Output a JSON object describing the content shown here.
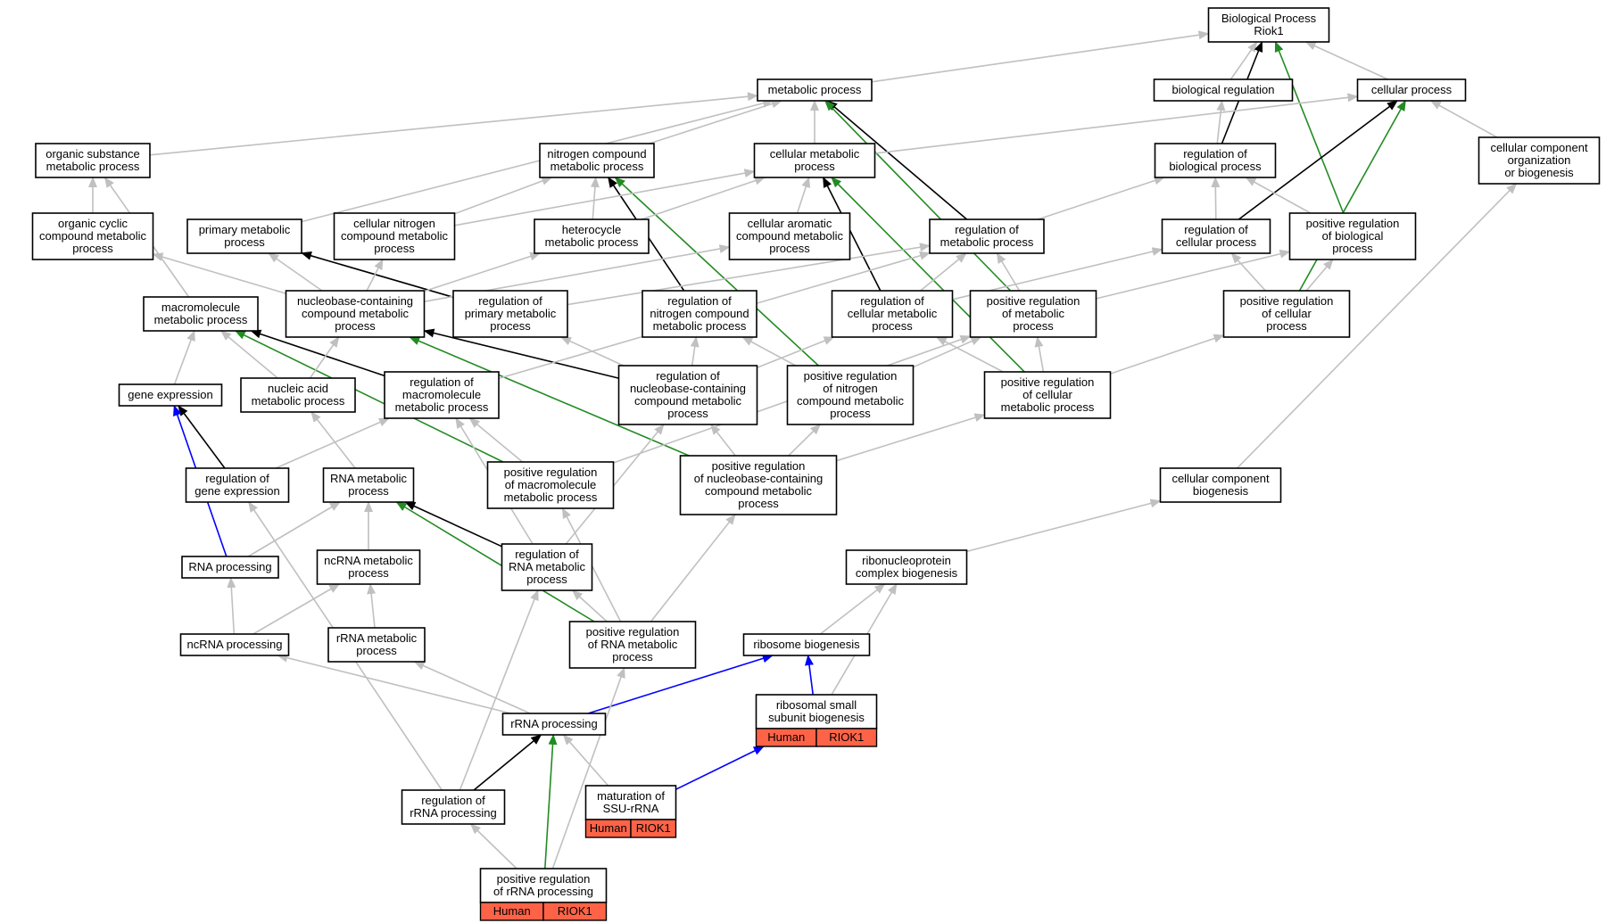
{
  "colors": {
    "is_a": "#c0c0c0",
    "regulates": "#000000",
    "positively_regulates": "#228b22",
    "part_of": "#0000ff",
    "annotation": "#ff6347"
  },
  "nodes": [
    {
      "id": "bp",
      "lines": [
        "Biological Process",
        "Riok1"
      ]
    },
    {
      "id": "metab",
      "lines": [
        "metabolic process"
      ]
    },
    {
      "id": "bioreg",
      "lines": [
        "biological regulation"
      ]
    },
    {
      "id": "cellproc",
      "lines": [
        "cellular process"
      ]
    },
    {
      "id": "osmp",
      "lines": [
        "organic substance",
        "metabolic process"
      ]
    },
    {
      "id": "ncmp",
      "lines": [
        "nitrogen compound",
        "metabolic process"
      ]
    },
    {
      "id": "cmp",
      "lines": [
        "cellular metabolic",
        "process"
      ]
    },
    {
      "id": "regbp",
      "lines": [
        "regulation of",
        "biological process"
      ]
    },
    {
      "id": "ccob",
      "lines": [
        "cellular component",
        "organization",
        "or biogenesis"
      ]
    },
    {
      "id": "occmp",
      "lines": [
        "organic cyclic",
        "compound metabolic",
        "process"
      ]
    },
    {
      "id": "pmp",
      "lines": [
        "primary metabolic",
        "process"
      ]
    },
    {
      "id": "cncmp",
      "lines": [
        "cellular nitrogen",
        "compound metabolic",
        "process"
      ]
    },
    {
      "id": "hmp",
      "lines": [
        "heterocycle",
        "metabolic process"
      ]
    },
    {
      "id": "cacmp",
      "lines": [
        "cellular aromatic",
        "compound metabolic",
        "process"
      ]
    },
    {
      "id": "regmp",
      "lines": [
        "regulation of",
        "metabolic process"
      ]
    },
    {
      "id": "regcp",
      "lines": [
        "regulation of",
        "cellular process"
      ]
    },
    {
      "id": "posregbp",
      "lines": [
        "positive regulation",
        "of biological",
        "process"
      ]
    },
    {
      "id": "mmp",
      "lines": [
        "macromolecule",
        "metabolic process"
      ]
    },
    {
      "id": "nbcmp",
      "lines": [
        "nucleobase-containing",
        "compound metabolic",
        "process"
      ]
    },
    {
      "id": "regpmp",
      "lines": [
        "regulation of",
        "primary metabolic",
        "process"
      ]
    },
    {
      "id": "regncmp",
      "lines": [
        "regulation of",
        "nitrogen compound",
        "metabolic process"
      ]
    },
    {
      "id": "regcmp",
      "lines": [
        "regulation of",
        "cellular metabolic",
        "process"
      ]
    },
    {
      "id": "posregmp",
      "lines": [
        "positive regulation",
        "of metabolic",
        "process"
      ]
    },
    {
      "id": "posregcp",
      "lines": [
        "positive regulation",
        "of cellular",
        "process"
      ]
    },
    {
      "id": "ge",
      "lines": [
        "gene expression"
      ]
    },
    {
      "id": "namp",
      "lines": [
        "nucleic acid",
        "metabolic process"
      ]
    },
    {
      "id": "regmmp",
      "lines": [
        "regulation of",
        "macromolecule",
        "metabolic process"
      ]
    },
    {
      "id": "regnbcmp",
      "lines": [
        "regulation of",
        "nucleobase-containing",
        "compound metabolic",
        "process"
      ]
    },
    {
      "id": "posregncmp",
      "lines": [
        "positive regulation",
        "of nitrogen",
        "compound metabolic",
        "process"
      ]
    },
    {
      "id": "posregcmp",
      "lines": [
        "positive regulation",
        "of cellular",
        "metabolic process"
      ]
    },
    {
      "id": "regge",
      "lines": [
        "regulation of",
        "gene expression"
      ]
    },
    {
      "id": "rnamp",
      "lines": [
        "RNA metabolic",
        "process"
      ]
    },
    {
      "id": "posregmmp",
      "lines": [
        "positive regulation",
        "of macromolecule",
        "metabolic process"
      ]
    },
    {
      "id": "posregnbcmp",
      "lines": [
        "positive regulation",
        "of nucleobase-containing",
        "compound metabolic",
        "process"
      ]
    },
    {
      "id": "ccb",
      "lines": [
        "cellular component",
        "biogenesis"
      ]
    },
    {
      "id": "rnaproc",
      "lines": [
        "RNA processing"
      ]
    },
    {
      "id": "ncrnamp",
      "lines": [
        "ncRNA metabolic",
        "process"
      ]
    },
    {
      "id": "regrnamp",
      "lines": [
        "regulation of",
        "RNA metabolic",
        "process"
      ]
    },
    {
      "id": "rnpcb",
      "lines": [
        "ribonucleoprotein",
        "complex biogenesis"
      ]
    },
    {
      "id": "ncrnaproc",
      "lines": [
        "ncRNA processing"
      ]
    },
    {
      "id": "rrnamp",
      "lines": [
        "rRNA metabolic",
        "process"
      ]
    },
    {
      "id": "posregrnamp",
      "lines": [
        "positive regulation",
        "of RNA metabolic",
        "process"
      ]
    },
    {
      "id": "ribobio",
      "lines": [
        "ribosome biogenesis"
      ]
    },
    {
      "id": "rssb",
      "lines": [
        "ribosomal small",
        "subunit biogenesis"
      ],
      "tags": [
        "Human",
        "RIOK1"
      ]
    },
    {
      "id": "rrnaproc",
      "lines": [
        "rRNA processing"
      ]
    },
    {
      "id": "matssu",
      "lines": [
        "maturation of",
        "SSU-rRNA"
      ],
      "tags": [
        "Human",
        "RIOK1"
      ]
    },
    {
      "id": "regrrnaproc",
      "lines": [
        "regulation of",
        "rRNA processing"
      ]
    },
    {
      "id": "posregrrnaproc",
      "lines": [
        "positive regulation",
        "of rRNA processing"
      ],
      "tags": [
        "Human",
        "RIOK1"
      ]
    }
  ],
  "edges": [
    {
      "from": "metab",
      "to": "bp",
      "type": "is_a"
    },
    {
      "from": "bioreg",
      "to": "bp",
      "type": "is_a"
    },
    {
      "from": "cellproc",
      "to": "bp",
      "type": "is_a"
    },
    {
      "from": "regbp",
      "to": "bp",
      "type": "regulates"
    },
    {
      "from": "posregbp",
      "to": "bp",
      "type": "positively_regulates"
    },
    {
      "from": "osmp",
      "to": "metab",
      "type": "is_a"
    },
    {
      "from": "ncmp",
      "to": "metab",
      "type": "is_a"
    },
    {
      "from": "cmp",
      "to": "metab",
      "type": "is_a"
    },
    {
      "from": "pmp",
      "to": "metab",
      "type": "is_a"
    },
    {
      "from": "regmp",
      "to": "metab",
      "type": "regulates"
    },
    {
      "from": "posregmp",
      "to": "metab",
      "type": "positively_regulates"
    },
    {
      "from": "cmp",
      "to": "cellproc",
      "type": "is_a"
    },
    {
      "from": "regbp",
      "to": "bioreg",
      "type": "is_a"
    },
    {
      "from": "regcp",
      "to": "cellproc",
      "type": "regulates"
    },
    {
      "from": "posregcp",
      "to": "cellproc",
      "type": "positively_regulates"
    },
    {
      "from": "ccob",
      "to": "cellproc",
      "type": "is_a"
    },
    {
      "from": "occmp",
      "to": "osmp",
      "type": "is_a"
    },
    {
      "from": "mmp",
      "to": "osmp",
      "type": "is_a"
    },
    {
      "from": "cncmp",
      "to": "ncmp",
      "type": "is_a"
    },
    {
      "from": "hmp",
      "to": "ncmp",
      "type": "is_a"
    },
    {
      "from": "regncmp",
      "to": "ncmp",
      "type": "regulates"
    },
    {
      "from": "posregncmp",
      "to": "ncmp",
      "type": "positively_regulates"
    },
    {
      "from": "cncmp",
      "to": "cmp",
      "type": "is_a"
    },
    {
      "from": "cacmp",
      "to": "cmp",
      "type": "is_a"
    },
    {
      "from": "hmp",
      "to": "cmp",
      "type": "is_a"
    },
    {
      "from": "regcmp",
      "to": "cmp",
      "type": "regulates"
    },
    {
      "from": "posregcmp",
      "to": "cmp",
      "type": "positively_regulates"
    },
    {
      "from": "regmp",
      "to": "regbp",
      "type": "is_a"
    },
    {
      "from": "regcp",
      "to": "regbp",
      "type": "is_a"
    },
    {
      "from": "posregbp",
      "to": "regbp",
      "type": "is_a"
    },
    {
      "from": "nbcmp",
      "to": "occmp",
      "type": "is_a"
    },
    {
      "from": "nbcmp",
      "to": "pmp",
      "type": "is_a"
    },
    {
      "from": "regpmp",
      "to": "pmp",
      "type": "regulates"
    },
    {
      "from": "nbcmp",
      "to": "cncmp",
      "type": "is_a"
    },
    {
      "from": "nbcmp",
      "to": "hmp",
      "type": "is_a"
    },
    {
      "from": "nbcmp",
      "to": "cacmp",
      "type": "is_a"
    },
    {
      "from": "regpmp",
      "to": "regmp",
      "type": "is_a"
    },
    {
      "from": "regcmp",
      "to": "regmp",
      "type": "is_a"
    },
    {
      "from": "posregmp",
      "to": "regmp",
      "type": "is_a"
    },
    {
      "from": "regcmp",
      "to": "regcp",
      "type": "is_a"
    },
    {
      "from": "posregcp",
      "to": "regcp",
      "type": "is_a"
    },
    {
      "from": "posregcp",
      "to": "posregbp",
      "type": "is_a"
    },
    {
      "from": "posregmp",
      "to": "posregbp",
      "type": "is_a"
    },
    {
      "from": "ge",
      "to": "mmp",
      "type": "is_a"
    },
    {
      "from": "namp",
      "to": "mmp",
      "type": "is_a"
    },
    {
      "from": "regmmp",
      "to": "mmp",
      "type": "regulates"
    },
    {
      "from": "posregmmp",
      "to": "mmp",
      "type": "positively_regulates"
    },
    {
      "from": "namp",
      "to": "nbcmp",
      "type": "is_a"
    },
    {
      "from": "regnbcmp",
      "to": "nbcmp",
      "type": "regulates"
    },
    {
      "from": "posregnbcmp",
      "to": "nbcmp",
      "type": "positively_regulates"
    },
    {
      "from": "regmmp",
      "to": "regmp",
      "type": "is_a"
    },
    {
      "from": "regnbcmp",
      "to": "regpmp",
      "type": "is_a"
    },
    {
      "from": "regnbcmp",
      "to": "regncmp",
      "type": "is_a"
    },
    {
      "from": "regnbcmp",
      "to": "regcmp",
      "type": "is_a"
    },
    {
      "from": "posregncmp",
      "to": "regncmp",
      "type": "is_a"
    },
    {
      "from": "posregncmp",
      "to": "posregmp",
      "type": "is_a"
    },
    {
      "from": "posregcmp",
      "to": "regcmp",
      "type": "is_a"
    },
    {
      "from": "posregcmp",
      "to": "posregmp",
      "type": "is_a"
    },
    {
      "from": "posregcmp",
      "to": "posregcp",
      "type": "is_a"
    },
    {
      "from": "regge",
      "to": "ge",
      "type": "regulates"
    },
    {
      "from": "regge",
      "to": "regmmp",
      "type": "is_a"
    },
    {
      "from": "rnamp",
      "to": "namp",
      "type": "is_a"
    },
    {
      "from": "posregmmp",
      "to": "regmmp",
      "type": "is_a"
    },
    {
      "from": "posregmmp",
      "to": "posregmp",
      "type": "is_a"
    },
    {
      "from": "posregnbcmp",
      "to": "regnbcmp",
      "type": "is_a"
    },
    {
      "from": "posregnbcmp",
      "to": "posregncmp",
      "type": "is_a"
    },
    {
      "from": "posregnbcmp",
      "to": "posregcmp",
      "type": "is_a"
    },
    {
      "from": "rnaproc",
      "to": "rnamp",
      "type": "is_a"
    },
    {
      "from": "rnaproc",
      "to": "ge",
      "type": "part_of"
    },
    {
      "from": "ncrnamp",
      "to": "rnamp",
      "type": "is_a"
    },
    {
      "from": "regrnamp",
      "to": "rnamp",
      "type": "regulates"
    },
    {
      "from": "regrnamp",
      "to": "regnbcmp",
      "type": "is_a"
    },
    {
      "from": "regrnamp",
      "to": "regmmp",
      "type": "is_a"
    },
    {
      "from": "posregrnamp",
      "to": "rnamp",
      "type": "positively_regulates"
    },
    {
      "from": "posregrnamp",
      "to": "regrnamp",
      "type": "is_a"
    },
    {
      "from": "posregrnamp",
      "to": "posregnbcmp",
      "type": "is_a"
    },
    {
      "from": "posregrnamp",
      "to": "posregmmp",
      "type": "is_a"
    },
    {
      "from": "ccb",
      "to": "ccob",
      "type": "is_a"
    },
    {
      "from": "rnpcb",
      "to": "ccb",
      "type": "is_a"
    },
    {
      "from": "ncrnaproc",
      "to": "rnaproc",
      "type": "is_a"
    },
    {
      "from": "ncrnaproc",
      "to": "ncrnamp",
      "type": "is_a"
    },
    {
      "from": "rrnamp",
      "to": "ncrnamp",
      "type": "is_a"
    },
    {
      "from": "ribobio",
      "to": "rnpcb",
      "type": "is_a"
    },
    {
      "from": "rssb",
      "to": "ribobio",
      "type": "part_of"
    },
    {
      "from": "rssb",
      "to": "rnpcb",
      "type": "is_a"
    },
    {
      "from": "rrnaproc",
      "to": "ncrnaproc",
      "type": "is_a"
    },
    {
      "from": "rrnaproc",
      "to": "rrnamp",
      "type": "is_a"
    },
    {
      "from": "rrnaproc",
      "to": "ribobio",
      "type": "part_of"
    },
    {
      "from": "matssu",
      "to": "rrnaproc",
      "type": "is_a"
    },
    {
      "from": "matssu",
      "to": "rssb",
      "type": "part_of"
    },
    {
      "from": "regrrnaproc",
      "to": "rrnaproc",
      "type": "regulates"
    },
    {
      "from": "regrrnaproc",
      "to": "regrnamp",
      "type": "is_a"
    },
    {
      "from": "regrrnaproc",
      "to": "regge",
      "type": "is_a"
    },
    {
      "from": "posregrrnaproc",
      "to": "rrnaproc",
      "type": "positively_regulates"
    },
    {
      "from": "posregrrnaproc",
      "to": "regrrnaproc",
      "type": "is_a"
    },
    {
      "from": "posregrrnaproc",
      "to": "posregrnamp",
      "type": "is_a"
    }
  ]
}
